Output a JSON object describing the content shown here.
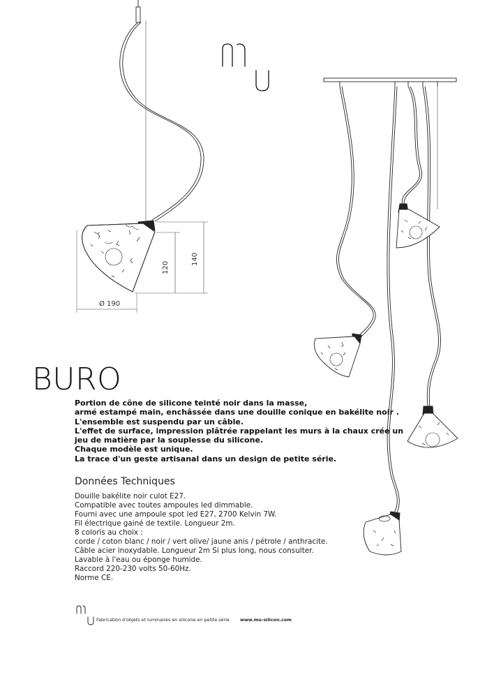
{
  "brand": {
    "name": "mu",
    "url": "www.mu-silicon.com",
    "tagline": "Fabrication d'objets et luminaires en silicone en petite série"
  },
  "product": {
    "title": "BURO",
    "description_lines": [
      "Portion de cône de silicone teinté noir dans la masse,",
      "armé estampé main, enchâssée dans une douille conique en bakélite noir .",
      "L'ensemble est suspendu par un câble.",
      "L'effet de surface, impression plâtrée rappelant les murs à la chaux crée un",
      "jeu de matière par la souplesse du silicone.",
      "Chaque modèle est unique.",
      "La trace d'un geste artisanal dans un design de petite série."
    ]
  },
  "dimensions": {
    "diameter": "Ø 190",
    "height_shade": "120",
    "height_total": "140"
  },
  "technical": {
    "heading": "Données Techniques",
    "lines": [
      "Douille bakélite noir culot E27.",
      "Compatible avec toutes ampoules led dimmable.",
      "Fourni avec une ampoule spot led E27, 2700 Kelvin 7W.",
      "Fil électrique gainé de textile. Longueur 2m.",
      "8 coloris au choix :",
      "corde / coton blanc / noir / vert olive/ jaune anis / pétrole / anthracite.",
      "Câble acier inoxydable. Longueur 2m Si plus long, nous consulter.",
      "Lavable à l'eau ou éponge humide.",
      "Raccord 220-230 volts 50-60Hz.",
      "Norme CE."
    ]
  }
}
